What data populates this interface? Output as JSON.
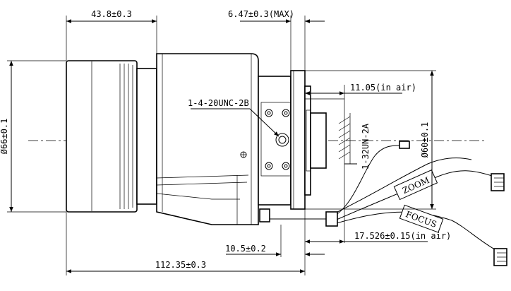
{
  "dimensions": {
    "top_left": "43.8±0.3",
    "top_right": "6.47±0.3(MAX)",
    "thread_top": "11.05(in air)",
    "bottom_small": "10.5±0.2",
    "bottom_right": "17.526±0.15(in air)",
    "overall_length": "112.35±0.3",
    "dia_left": "Ø66±0.1",
    "dia_right": "Ø60±0.1"
  },
  "callouts": {
    "tripod_thread": "1-4-20UNC-2B",
    "mount_thread": "1-32UN-2A"
  },
  "cable_tags": {
    "zoom": "ZOOM",
    "focus": "FOCUS"
  }
}
